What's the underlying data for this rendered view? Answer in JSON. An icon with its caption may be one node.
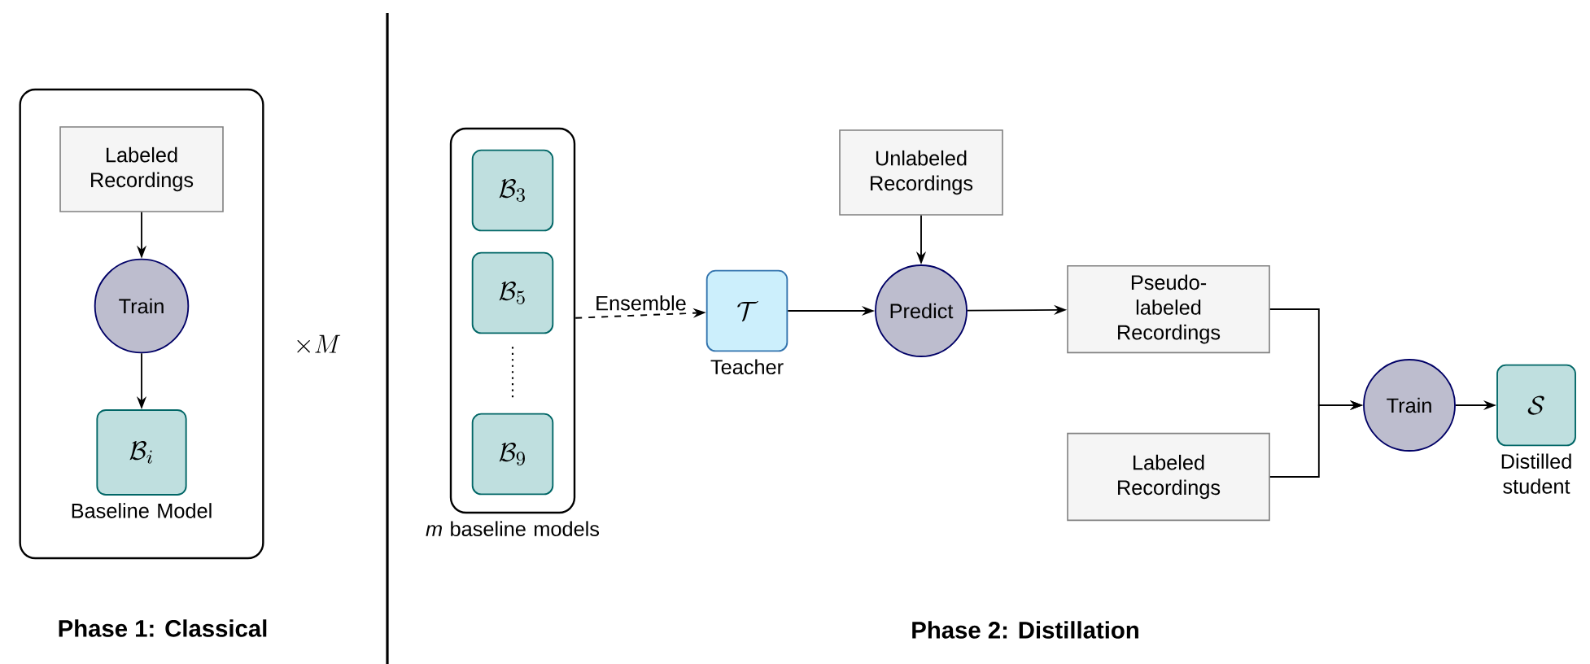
{
  "diagram": {
    "nodes": [
      {
        "text": [],
        "shape": "box"
      },
      {
        "text": [
          "Labeled Recordings"
        ],
        "in": 0
      },
      {
        "text": [
          "Train"
        ],
        "in": 0
      },
      {
        "text": [
          "\\mathcal{B}_i"
        ],
        "beside": [
          "Baseline Model"
        ],
        "in": 0
      },
      {
        "text": [],
        "shape": "box",
        "beside": [
          "*m* baseline models"
        ]
      },
      {
        "text": [
          "\\mathcal{B}_3"
        ],
        "in": 4
      },
      {
        "text": [
          "\\mathcal{B}_5"
        ],
        "in": 4
      },
      {
        "text": [
          "\\mathcal{B}_9"
        ],
        "in": 4
      },
      {
        "text": [
          "Unlabeled Recordings"
        ]
      },
      {
        "text": [
          "\\mathcal{T}"
        ],
        "beside": [
          "Teacher"
        ]
      },
      {
        "text": [
          "Predict"
        ]
      },
      {
        "text": [
          "Pseudo-labeled Recordings"
        ]
      },
      {
        "text": [
          "Labeled Recordings"
        ]
      },
      {
        "text": [
          "Train"
        ]
      },
      {
        "text": [
          "\\mathcal{S}"
        ],
        "beside": [
          "Distilled student"
        ]
      }
    ],
    "edges": [
      {
        "from": 1,
        "to": 2,
        "arrow": "to"
      },
      {
        "from": 2,
        "to": 3,
        "arrow": "to"
      },
      {
        "from": 4,
        "to": 9,
        "arrow": "to",
        "style": "dashed",
        "label": "Ensemble"
      },
      {
        "from": 9,
        "to": 10,
        "arrow": "to"
      },
      {
        "from": 8,
        "to": 10,
        "arrow": "to"
      },
      {
        "from": 10,
        "to": 11,
        "arrow": "to"
      },
      {
        "from": 11,
        "to": 13,
        "arrow": "to"
      },
      {
        "from": 12,
        "to": 13,
        "arrow": "to"
      },
      {
        "from": 13,
        "to": 14,
        "arrow": "to"
      }
    ],
    "labels": [
      "\\times M",
      "Phase 1: Classical",
      "Phase 2: Distillation"
    ]
  }
}
